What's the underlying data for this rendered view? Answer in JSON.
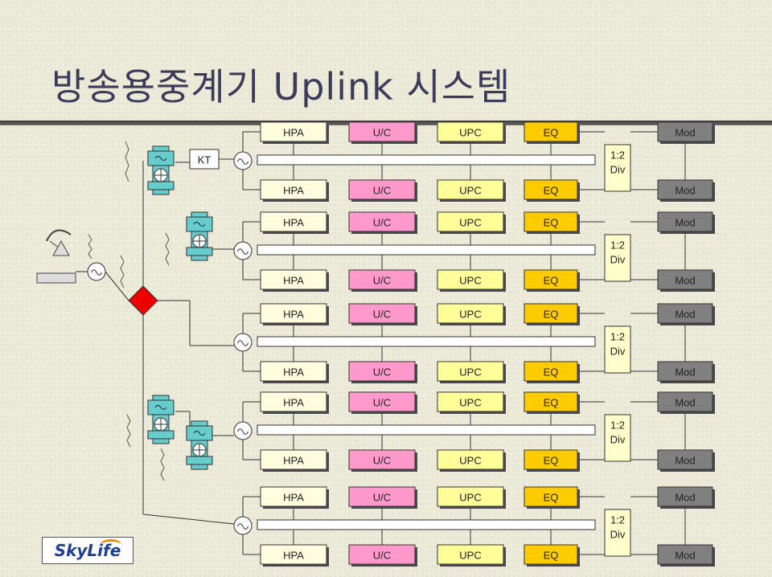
{
  "title": "방송용중계기 Uplink 시스템",
  "logo_text": "SkyLife",
  "kt_label": "KT",
  "chain_labels": {
    "hpa": "HPA",
    "uc": "U/C",
    "upc": "UPC",
    "eq": "EQ",
    "mod": "Mod"
  },
  "divider_label": {
    "line1": "1:2",
    "line2": "Div"
  },
  "colors": {
    "hpa": "#ffffe0",
    "uc": "#ff99cc",
    "upc": "#ffff99",
    "eq": "#ffcc00",
    "mod": "#808080",
    "divider": "#ffffcc",
    "waveguide": "#66cccc",
    "combiner": "#ee0000"
  },
  "icons": [
    "antenna-dish-icon",
    "circulator-icon",
    "filter-icon",
    "isolator-icon",
    "combiner-diamond-icon"
  ]
}
